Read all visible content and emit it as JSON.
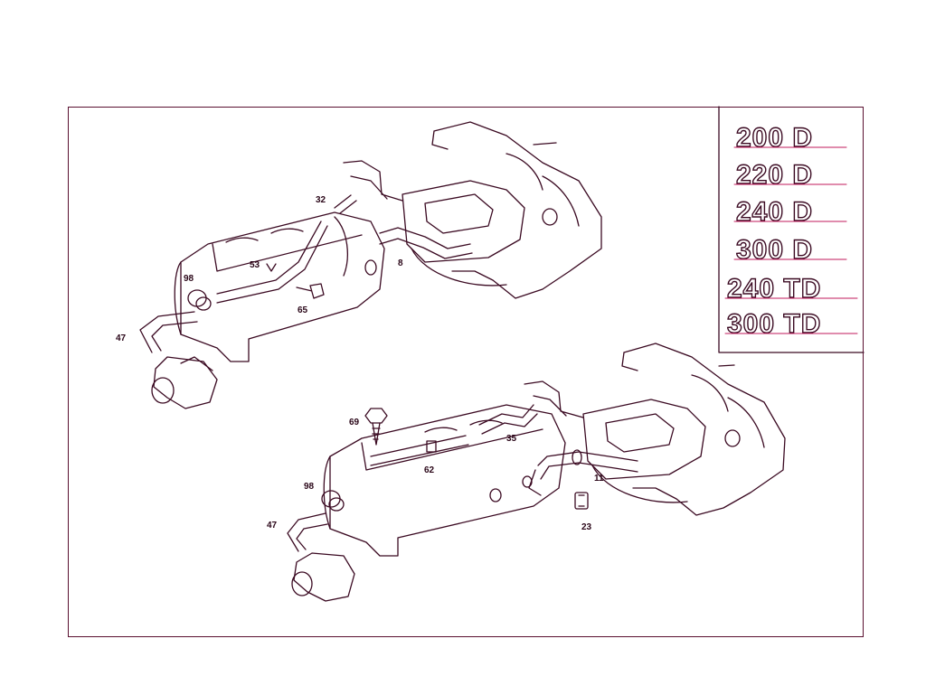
{
  "callouts_upper": [
    "32",
    "53",
    "98",
    "8",
    "65",
    "47"
  ],
  "callouts_lower": [
    "69",
    "35",
    "62",
    "11",
    "98",
    "23",
    "47"
  ],
  "badges": [
    "200 D",
    "220 D",
    "240 D",
    "300 D",
    "240 TD",
    "300 TD"
  ],
  "colors": {
    "line": "#3b0a22",
    "frame": "#5a1030",
    "badge_underline": "#c2185b"
  }
}
